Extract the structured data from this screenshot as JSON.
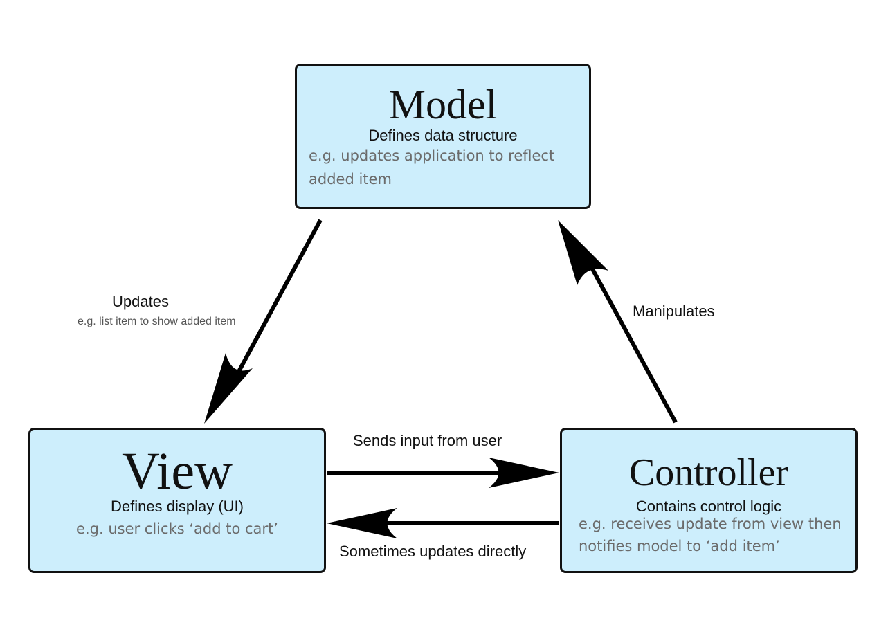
{
  "model": {
    "title": "Model",
    "subtitle": "Defines data structure",
    "example": "e.g. updates application to reflect added item"
  },
  "view": {
    "title": "View",
    "subtitle": "Defines display (UI)",
    "example": "e.g. user clicks ‘add to cart’"
  },
  "controller": {
    "title": "Controller",
    "subtitle": "Contains control logic",
    "example": "e.g. receives update from view then notifies model to ‘add item’"
  },
  "edges": {
    "updates": "Updates",
    "updates_example": "e.g. list item to show added item",
    "manipulates": "Manipulates",
    "sends_input": "Sends input from user",
    "sometimes_updates": "Sometimes updates directly"
  },
  "colors": {
    "box_fill": "#cdeefc",
    "outline": "#111111",
    "example_text": "#6b6b6b"
  }
}
